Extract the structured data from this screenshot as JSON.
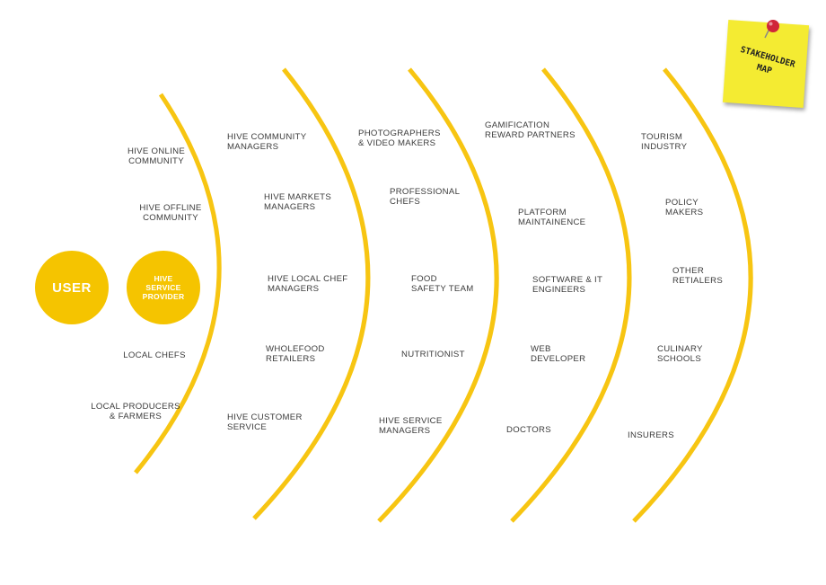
{
  "colors": {
    "accent": "#f5c400",
    "arc": "#f7c512",
    "text": "#3b3b3b",
    "sticky": "#f4eb32",
    "pin": "#d0263a"
  },
  "center": {
    "user": "USER",
    "service_provider": "HIVE\nSERVICE\nPROVIDER"
  },
  "sticky_note": {
    "text": "STAKEHOLDER\nMAP"
  },
  "rings": [
    {
      "labels": [
        "HIVE ONLINE\nCOMMUNITY",
        "HIVE OFFLINE\nCOMMUNITY",
        "LOCAL CHEFS",
        "LOCAL PRODUCERS\n& FARMERS"
      ]
    },
    {
      "labels": [
        "HIVE COMMUNITY\nMANAGERS",
        "HIVE MARKETS\nMANAGERS",
        "HIVE LOCAL CHEF\nMANAGERS",
        "WHOLEFOOD\nRETAILERS",
        "HIVE CUSTOMER\nSERVICE"
      ]
    },
    {
      "labels": [
        "PHOTOGRAPHERS\n& VIDEO MAKERS",
        "PROFESSIONAL\nCHEFS",
        "FOOD\nSAFETY TEAM",
        "NUTRITIONIST",
        "HIVE SERVICE\nMANAGERS"
      ]
    },
    {
      "labels": [
        "GAMIFICATION\nREWARD PARTNERS",
        "PLATFORM\nMAINTAINENCE",
        "SOFTWARE & IT\nENGINEERS",
        "WEB\nDEVELOPER",
        "DOCTORS"
      ]
    },
    {
      "labels": [
        "TOURISM\nINDUSTRY",
        "POLICY\nMAKERS",
        "OTHER\nRETIALERS",
        "CULINARY\nSCHOOLS",
        "INSURERS"
      ]
    }
  ]
}
